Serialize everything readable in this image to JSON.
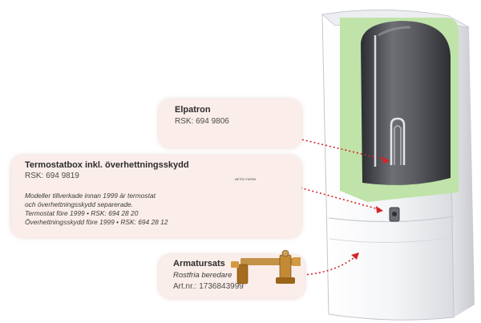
{
  "callouts": {
    "elpatron": {
      "title": "Elpatron",
      "rsk": "RSK: 694 9806"
    },
    "termostatbox": {
      "title": "Termostatbox inkl. överhettningsskydd",
      "rsk": "RSK: 694 9819",
      "notes": [
        "Modeller tillverkade innan 1999 är termostat",
        "och överhettningsskydd separerade.",
        "Termostat före 1999 • RSK: 694 28 20",
        "Överhettningsskydd före 1999 • RSK: 694 28 12"
      ],
      "box_label": "METRO THERM"
    },
    "armatursats": {
      "title": "Armatursats",
      "subtitle": "Rostfria beredare",
      "art": "Art.nr.: 1736843999"
    }
  },
  "colors": {
    "card_bg": "#fbeeea",
    "connector": "#d4252a",
    "insulation": "#bfe3a8",
    "tank": "#55575c"
  }
}
